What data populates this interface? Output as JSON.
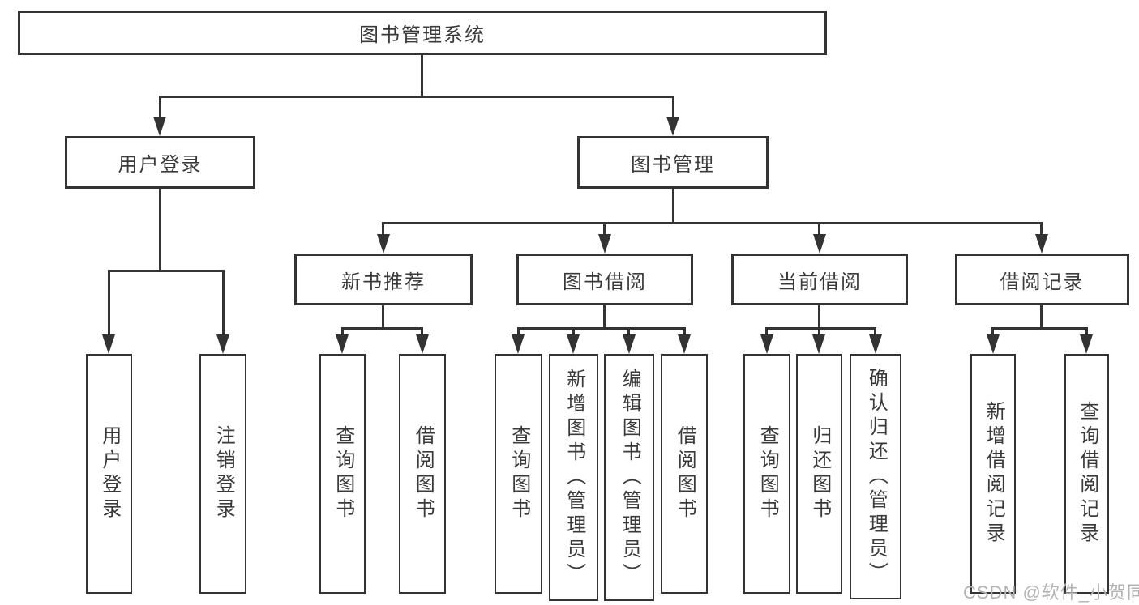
{
  "diagram_title": "图书管理系统",
  "tree": {
    "root": {
      "label": "图书管理系统",
      "children": [
        {
          "label": "用户登录",
          "children": [
            {
              "label": "用户登录"
            },
            {
              "label": "注销登录"
            }
          ]
        },
        {
          "label": "图书管理",
          "children": [
            {
              "label": "新书推荐",
              "children": [
                {
                  "label": "查询图书"
                },
                {
                  "label": "借阅图书"
                }
              ]
            },
            {
              "label": "图书借阅",
              "children": [
                {
                  "label": "查询图书"
                },
                {
                  "label": "新增图书（管理员）"
                },
                {
                  "label": "编辑图书（管理员）"
                },
                {
                  "label": "借阅图书"
                }
              ]
            },
            {
              "label": "当前借阅",
              "children": [
                {
                  "label": "查询图书"
                },
                {
                  "label": "归还图书"
                },
                {
                  "label": "确认归还（管理员）"
                }
              ]
            },
            {
              "label": "借阅记录",
              "children": [
                {
                  "label": "新增借阅记录"
                },
                {
                  "label": "查询借阅记录"
                }
              ]
            }
          ]
        }
      ]
    }
  },
  "watermark": {
    "text": "CSDN @软件_小贺同学"
  },
  "colors": {
    "line": "#333333",
    "text": "#3a3a3a",
    "watermark": "#b3b3b3",
    "background": "#ffffff"
  }
}
